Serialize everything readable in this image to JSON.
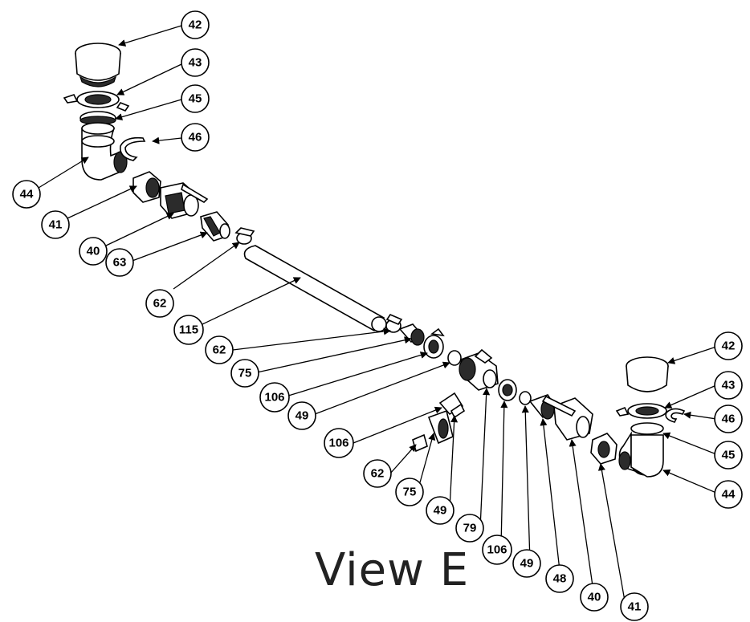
{
  "view_title": "View E",
  "callouts": [
    {
      "label": "42"
    },
    {
      "label": "43"
    },
    {
      "label": "45"
    },
    {
      "label": "46"
    },
    {
      "label": "44"
    },
    {
      "label": "41"
    },
    {
      "label": "40"
    },
    {
      "label": "63"
    },
    {
      "label": "62"
    },
    {
      "label": "115"
    },
    {
      "label": "62"
    },
    {
      "label": "75"
    },
    {
      "label": "106"
    },
    {
      "label": "49"
    },
    {
      "label": "106"
    },
    {
      "label": "62"
    },
    {
      "label": "75"
    },
    {
      "label": "49"
    },
    {
      "label": "79"
    },
    {
      "label": "106"
    },
    {
      "label": "49"
    },
    {
      "label": "48"
    },
    {
      "label": "40"
    },
    {
      "label": "41"
    },
    {
      "label": "44"
    },
    {
      "label": "45"
    },
    {
      "label": "46"
    },
    {
      "label": "43"
    },
    {
      "label": "42"
    }
  ]
}
